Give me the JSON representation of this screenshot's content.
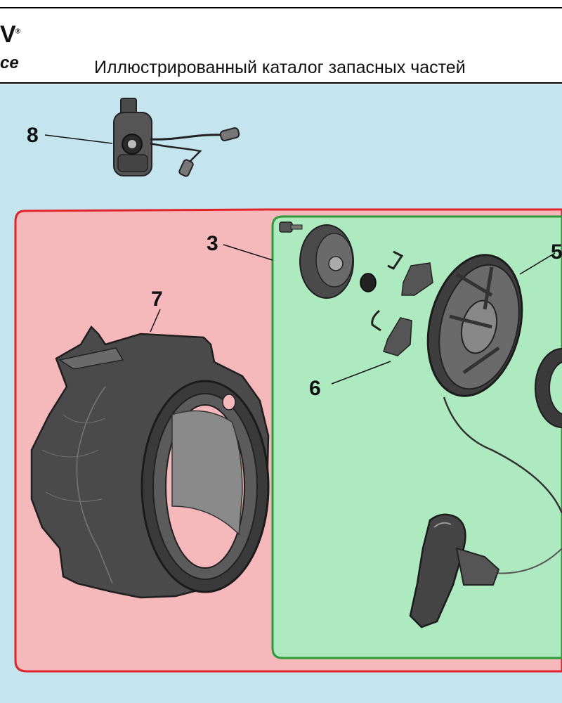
{
  "header": {
    "logo_top": "V",
    "logo_registered": "®",
    "logo_bottom": "ce",
    "title": "Иллюстрированный каталог запасных частей"
  },
  "callouts": {
    "part_8": "8",
    "part_3": "3",
    "part_7": "7",
    "part_5": "5",
    "part_6": "6"
  },
  "colors": {
    "background": "#c4e5ee",
    "red_group_fill": "#f6b9bb",
    "red_group_border": "#e0242b",
    "green_group_fill": "#aeeac0",
    "green_group_border": "#2f9a3a",
    "part_dark": "#3c3c3c"
  }
}
